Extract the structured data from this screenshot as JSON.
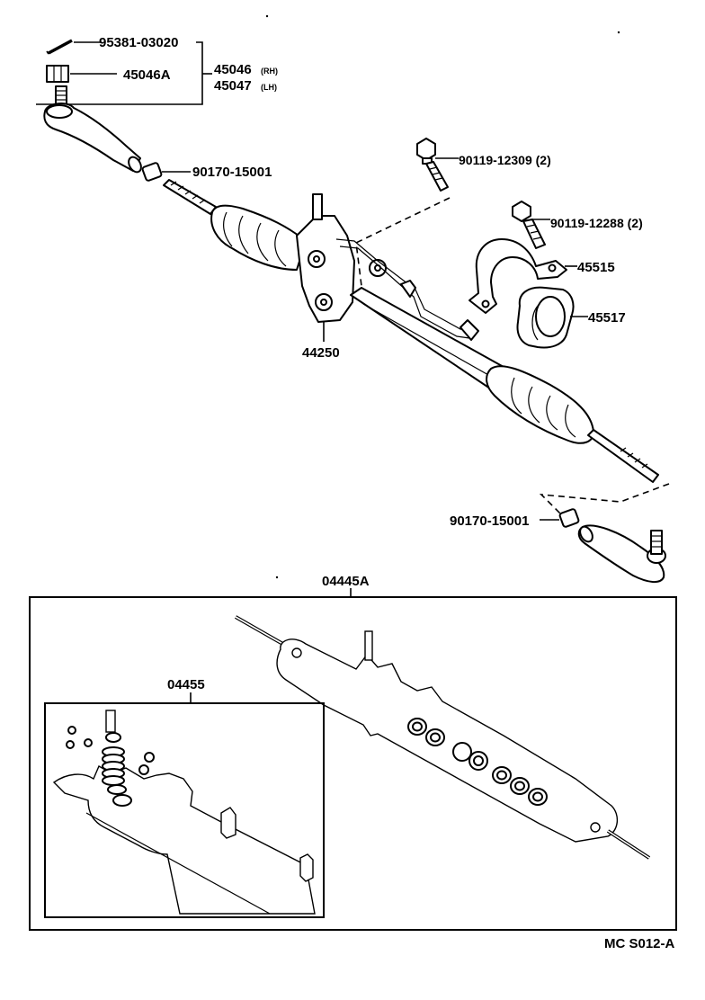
{
  "parts": {
    "cotter_pin": "95381-03020",
    "castle_nut": "45046A",
    "tie_rod_end_rh": "45046",
    "tie_rod_end_rh_suffix": "(RH)",
    "tie_rod_end_lh": "45047",
    "tie_rod_end_lh_suffix": "(LH)",
    "lock_nut_upper": "90170-15001",
    "bolt_upper": "90119-12309 (2)",
    "bolt_lower": "90119-12288 (2)",
    "bracket": "45515",
    "grommet": "45517",
    "gear_assembly": "44250",
    "lock_nut_lower": "90170-15001"
  },
  "kits": {
    "gasket_kit": "04445A",
    "seal_kit": "04455"
  },
  "diagram_code": "MC S012-A"
}
